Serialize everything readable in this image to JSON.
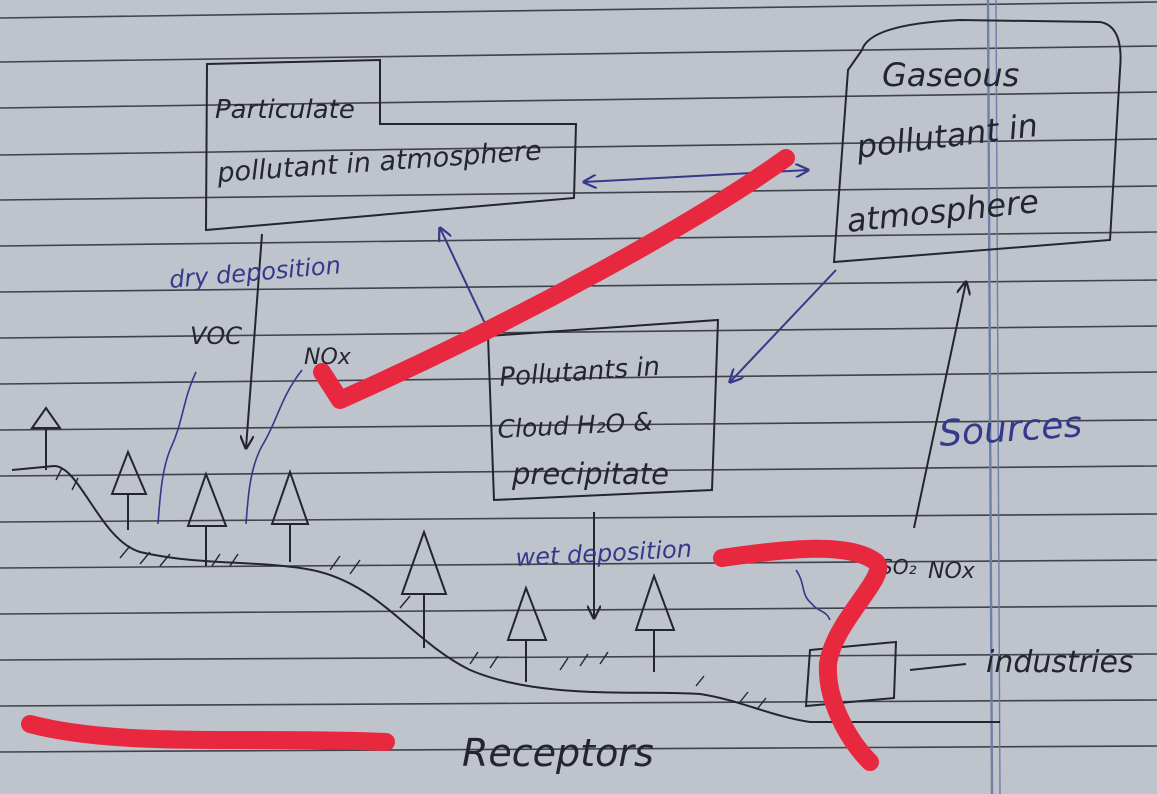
{
  "colors": {
    "paper": "#bfc3cc",
    "rule_line": "#2a2d35",
    "margin_line": "#6f7fa6",
    "ink_dark": "#23262f",
    "ink_blue": "#34398a",
    "highlight_red": "#e8283f"
  },
  "boxes": {
    "particulate": {
      "line1": "Particulate",
      "line2": "pollutant in atmosphere"
    },
    "gaseous": {
      "line1": "Gaseous",
      "line2": "pollutant in",
      "line3": "atmosphere"
    },
    "cloud": {
      "line1": "Pollutants in",
      "line2": "Cloud H₂O &",
      "line3": "precipitate"
    },
    "industry": {
      "label": "industries"
    }
  },
  "labels": {
    "dry_deposition": "dry deposition",
    "voc": "VOC",
    "nox_left": "NOx",
    "wet_deposition": "wet deposition",
    "sources": "Sources",
    "nox_right": "NOx",
    "so_right": "SO₂",
    "receptors": "Receptors"
  },
  "icons": {
    "trees": "tree-icon",
    "smoke": "smoke-icon",
    "industry": "factory-icon"
  }
}
